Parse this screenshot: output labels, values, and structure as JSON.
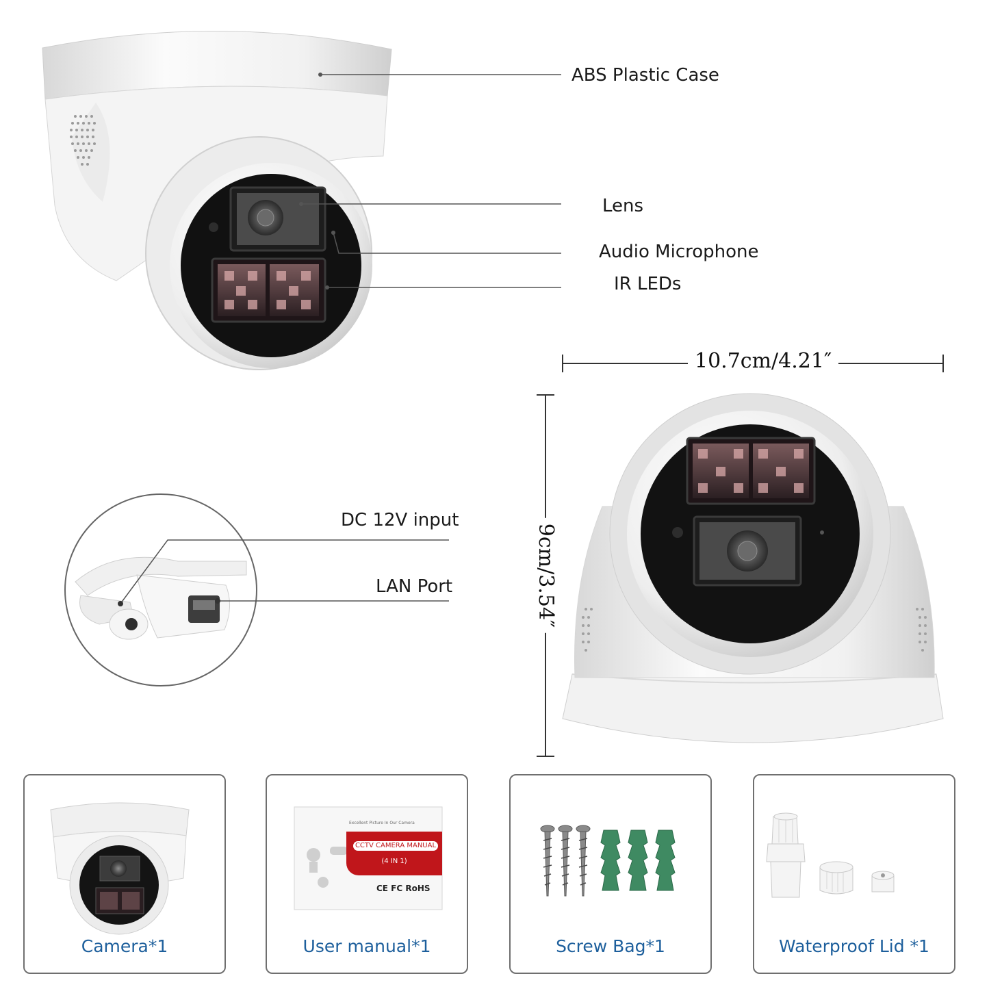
{
  "callouts": {
    "case": "ABS Plastic Case",
    "lens": "Lens",
    "microphone": "Audio Microphone",
    "ir_leds": "IR LEDs",
    "dc_input": "DC 12V input",
    "lan_port": "LAN Port"
  },
  "dimensions": {
    "width": "10.7cm/4.21″",
    "height": "9cm/3.54″"
  },
  "package": [
    {
      "label": "Camera*1",
      "icon": "camera-icon"
    },
    {
      "label": "User manual*1",
      "icon": "manual-icon"
    },
    {
      "label": "Screw Bag*1",
      "icon": "screw-bag-icon"
    },
    {
      "label": "Waterproof Lid *1",
      "icon": "waterproof-lid-icon"
    }
  ],
  "manual": {
    "header": "Excellent Picture In Our Camera",
    "title": "CCTV CAMERA MANUAL",
    "subtitle": "(4 IN 1)",
    "marks": "CE FC RoHS"
  },
  "colors": {
    "caption": "#1d5f9c",
    "manual_banner": "#c0161b",
    "anchor": "#3f8a62"
  }
}
